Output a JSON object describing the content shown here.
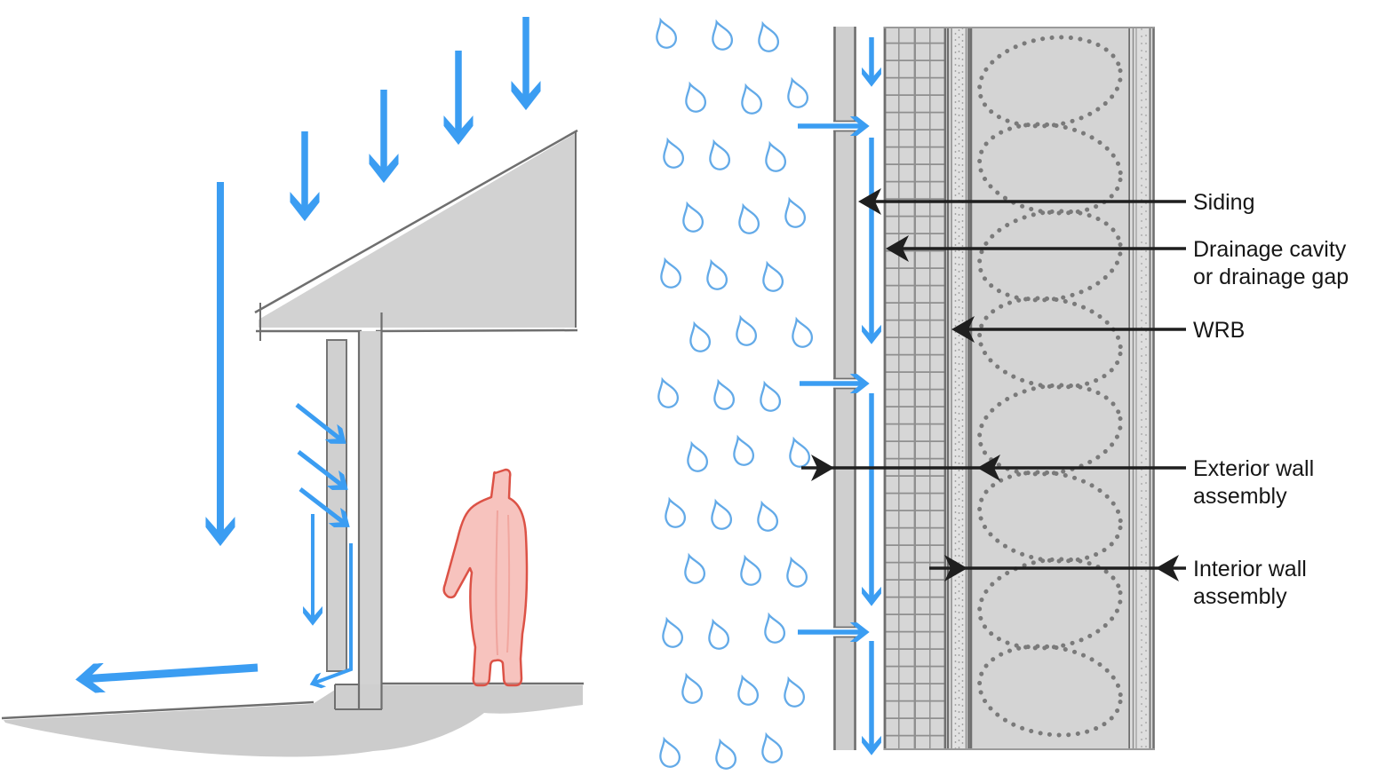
{
  "figure": {
    "type": "architectural-diagram",
    "subject": "rainscreen-wall-water-management",
    "callouts": {
      "siding": "Siding",
      "drainage_line1": "Drainage cavity",
      "drainage_line2": "or drainage gap",
      "wrb": "WRB",
      "exterior_line1": "Exterior wall",
      "exterior_line2": "assembly",
      "interior_line1": "Interior wall",
      "interior_line2": "assembly"
    },
    "legend_semantics": {
      "blue_arrows": "water / rain flow path",
      "teardrops": "rain",
      "red_figure": "person standing inside",
      "grid_layer": "exterior sheathing shown between siding cavity and WRB",
      "dotted_loops": "batt insulation in stud cavity"
    },
    "colors": {
      "arrow_blue": "#3b9df2",
      "rain_outline_blue": "#63aae8",
      "callout_black": "#1f1f1f",
      "fill_gray": "#d2d2d2",
      "edge_gray": "#6f6f6f",
      "grid_line_gray": "#8f8f8f",
      "insulation_dot_gray": "#7a7a7a",
      "figure_outline_red": "#dc5246",
      "figure_fill_pink": "#f29b92"
    }
  }
}
